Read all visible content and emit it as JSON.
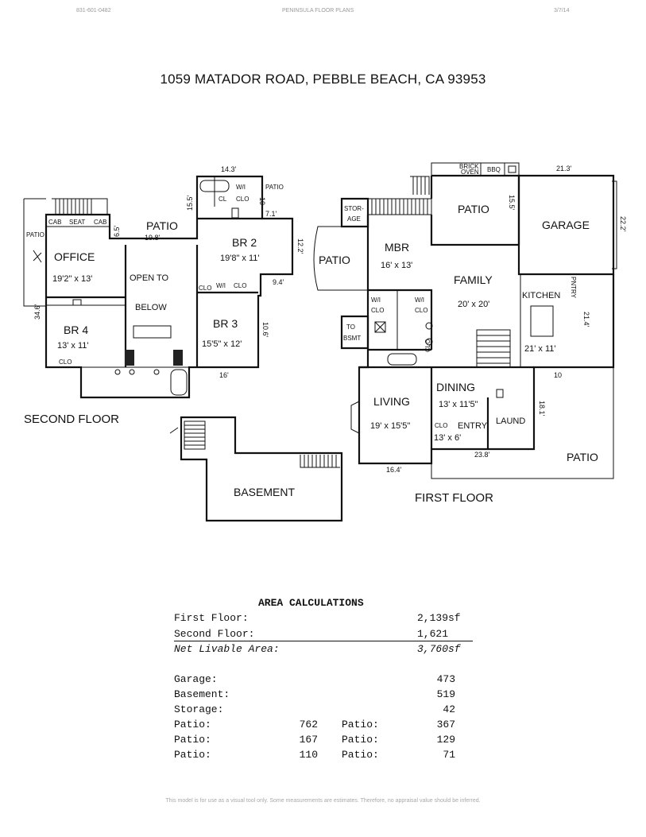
{
  "header": {
    "phone": "831-601-0482",
    "doc_name": "PENINSULA FLOOR PLANS",
    "date": "3/7/14"
  },
  "title": "1059 MATADOR ROAD, PEBBLE BEACH, CA  93953",
  "floors": {
    "second": {
      "label": "SECOND FLOOR",
      "rooms": {
        "office": {
          "name": "OFFICE",
          "size": "19'2\" x 13'"
        },
        "br4": {
          "name": "BR 4",
          "size": "13' x 11'"
        },
        "open_below": {
          "line1": "OPEN TO",
          "line2": "BELOW"
        },
        "br3": {
          "name": "BR 3",
          "size": "15'5\" x 12'"
        },
        "br2": {
          "name": "BR 2",
          "size": "19'8\" x 11'"
        },
        "patio_main": "PATIO",
        "patio_side": "PATIO",
        "patio_small": "PATIO",
        "wi_clo_br2": {
          "line1": "W/I",
          "line2": "CLO"
        },
        "wi_clo_hall": "W/I",
        "clo": "CLO"
      },
      "labels": {
        "cab": "CAB",
        "seat": "SEAT",
        "cl": "CL"
      },
      "dims": {
        "top": "14.3'",
        "patio_w": "19.8'",
        "right": "12.2'",
        "br3_h": "10.6'",
        "bottom": "16'",
        "left": "34.6'",
        "d1": "15.5'",
        "d2": "6.5'",
        "d3": "9.4'",
        "d4": "7.1'",
        "d5": "10"
      }
    },
    "basement": {
      "label": "BASEMENT"
    },
    "first": {
      "label": "FIRST FLOOR",
      "rooms": {
        "mbr": {
          "name": "MBR",
          "size": "16' x 13'"
        },
        "family": {
          "name": "FAMILY",
          "size": "20' x 20'"
        },
        "kitchen": {
          "name": "KITCHEN",
          "size": "21' x 11'"
        },
        "garage": {
          "name": "GARAGE"
        },
        "patio_top": "PATIO",
        "patio_left": "PATIO",
        "patio_right": "PATIO",
        "storage": {
          "line1": "STOR-",
          "line2": "AGE"
        },
        "to_bsmt": {
          "line1": "TO",
          "line2": "BSMT"
        },
        "living": {
          "name": "LIVING",
          "size": "19' x 15'5\""
        },
        "dining": {
          "name": "DINING",
          "size": "13' x 11'5\""
        },
        "entry": {
          "name": "ENTRY",
          "size": "13' x 6'"
        },
        "laund": {
          "name": "LAUND"
        },
        "wi_clo_a": {
          "line1": "W/I",
          "line2": "CLO"
        },
        "wi_clo_b": {
          "line1": "W/I",
          "line2": "CLO"
        },
        "clo_a": "CLO",
        "clo_b": "CLO",
        "pntry": "PN­TRY",
        "brick_oven": {
          "line1": "BRICK",
          "line2": "OVEN"
        },
        "bbq": "BBQ"
      },
      "dims": {
        "top": "21.3'",
        "garage_h": "22.2'",
        "patio_h": "15.5'",
        "kitchen_d": "21.4'",
        "ten": "10",
        "laund_d": "18.1'",
        "entry_w": "23.8'",
        "living_w": "16.4'"
      }
    }
  },
  "area": {
    "heading": "AREA CALCULATIONS",
    "first_floor": {
      "label": "First  Floor:",
      "value": "2,139sf"
    },
    "second_floor": {
      "label": "Second Floor:",
      "value": "1,621"
    },
    "net": {
      "label": "Net Livable Area:",
      "value": "3,760sf"
    },
    "garage": {
      "label": "Garage:",
      "value": "473"
    },
    "basement": {
      "label": "Basement:",
      "value": "519"
    },
    "storage": {
      "label": "Storage:",
      "value": "42"
    },
    "patios": [
      {
        "label": "Patio:",
        "value": "762",
        "label2": "Patio:",
        "value2": "367"
      },
      {
        "label": "Patio:",
        "value": "167",
        "label2": "Patio:",
        "value2": "129"
      },
      {
        "label": "Patio:",
        "value": "110",
        "label2": "Patio:",
        "value2": "71"
      }
    ]
  },
  "footer": "This model is for use as a visual tool only.  Some measurements are estimates.  Therefore, no appraisal value should be inferred."
}
